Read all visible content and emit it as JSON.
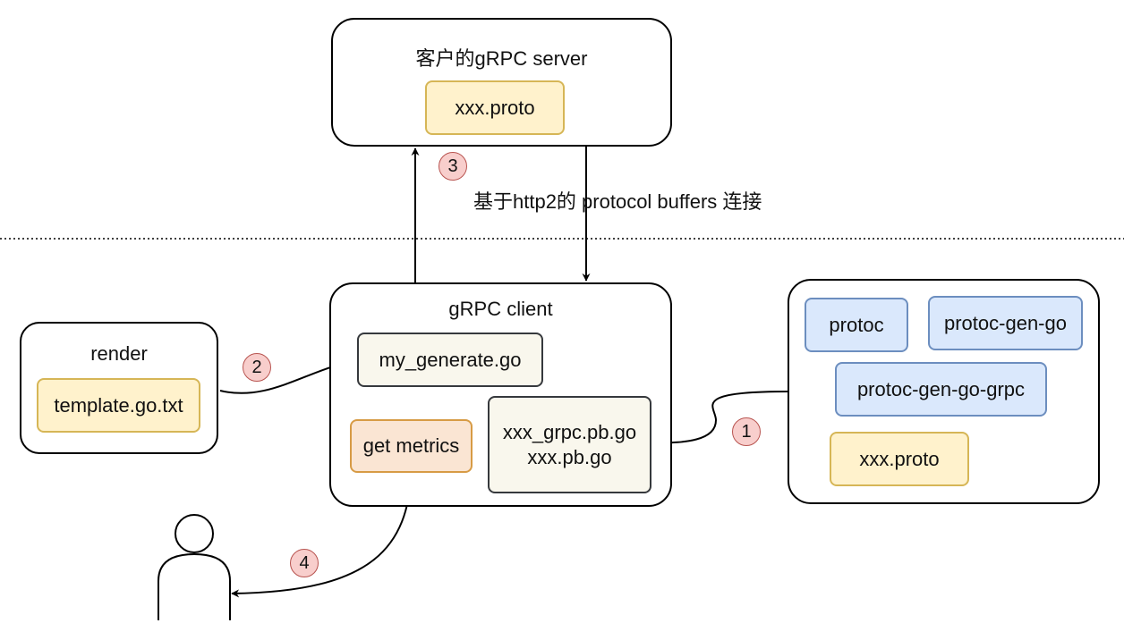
{
  "server": {
    "title": "客户的gRPC server",
    "proto": "xxx.proto"
  },
  "client": {
    "title": "gRPC client",
    "my_generate": "my_generate.go",
    "get_metrics": "get metrics",
    "generated_line1": "xxx_grpc.pb.go",
    "generated_line2": "xxx.pb.go"
  },
  "render": {
    "title": "render",
    "template": "template.go.txt"
  },
  "tools": {
    "protoc": "protoc",
    "protoc_gen_go": "protoc-gen-go",
    "protoc_gen_go_grpc": "protoc-gen-go-grpc",
    "proto": "xxx.proto"
  },
  "connection_label": "基于http2的 protocol buffers 连接",
  "steps": {
    "step1": "1",
    "step2": "2",
    "step3": "3",
    "step4": "4"
  }
}
